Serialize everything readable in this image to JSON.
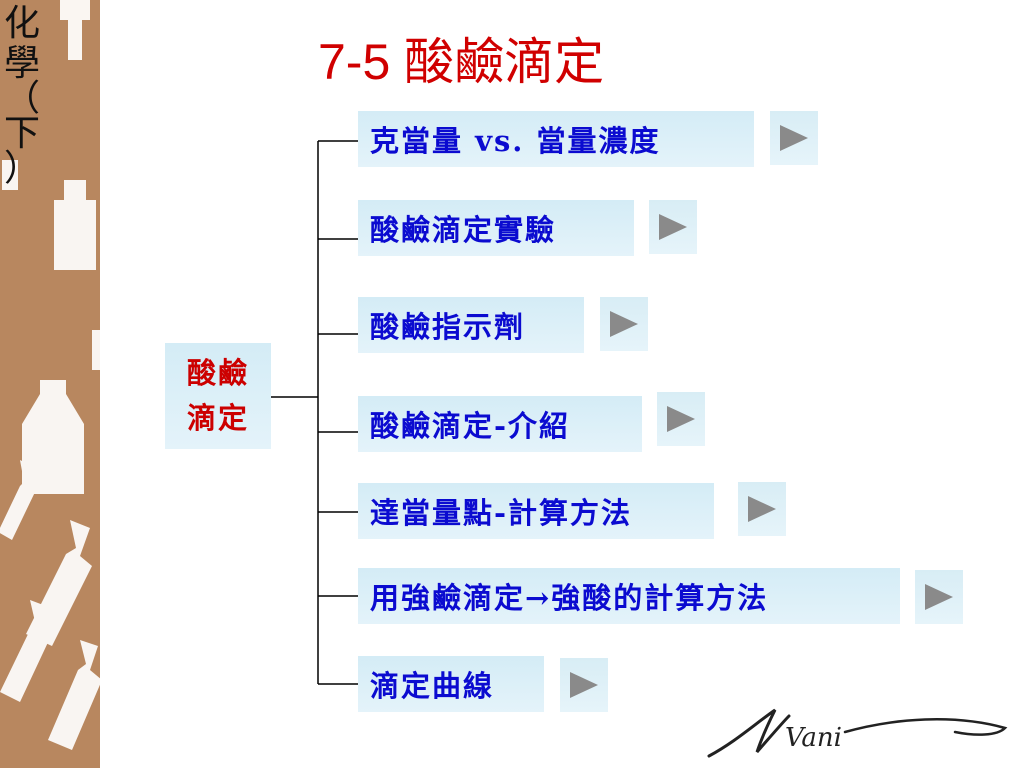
{
  "sidebar": {
    "title_chars": [
      "化",
      "學",
      "（",
      "下",
      "）"
    ]
  },
  "slide": {
    "title_num": "7-5",
    "title_text": "酸鹼滴定"
  },
  "center": {
    "line1": "酸鹼",
    "line2": "滴定"
  },
  "topics": [
    {
      "label": "克當量 vs. 當量濃度"
    },
    {
      "label": "酸鹼滴定實驗"
    },
    {
      "label": "酸鹼指示劑"
    },
    {
      "label": "酸鹼滴定-介紹"
    },
    {
      "label": "達當量點-計算方法"
    },
    {
      "label": "用強鹼滴定→強酸的計算方法"
    },
    {
      "label": "滴定曲線"
    }
  ],
  "logo": {
    "text": "Vani"
  },
  "colors": {
    "title_red": "#d00000",
    "topic_blue": "#0b0bd0",
    "box_bg": "#d8eef7",
    "sidebar_brown": "#b8875f"
  }
}
